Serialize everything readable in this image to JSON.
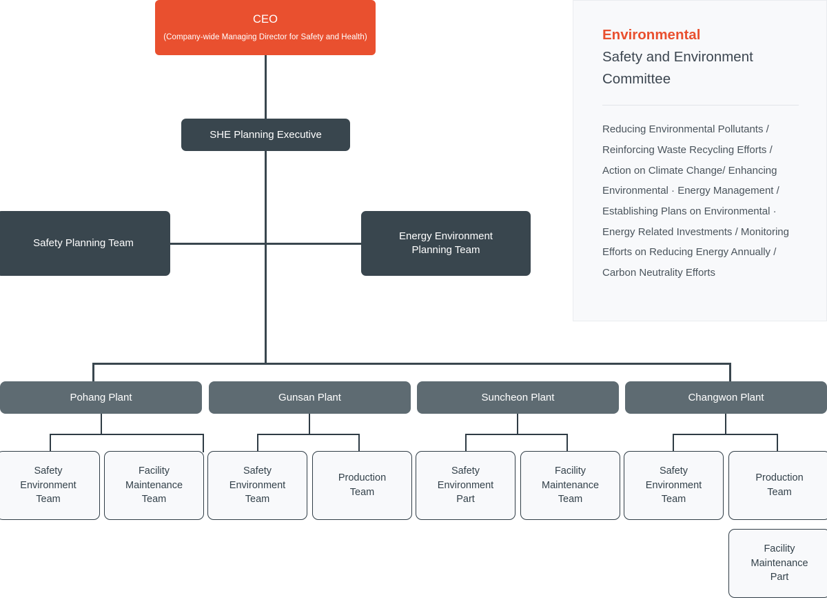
{
  "chart_data": {
    "type": "diagram",
    "title": "Safety and Health / Environment Organization Chart",
    "nodes": [
      {
        "id": "ceo",
        "label": "CEO",
        "sublabel": "(Company-wide Managing Director for Safety and Health)",
        "level": 0,
        "style": "accent"
      },
      {
        "id": "she",
        "label": "SHE Planning Executive",
        "level": 1,
        "style": "dark"
      },
      {
        "id": "safety-planning",
        "label": "Safety Planning Team",
        "level": 2,
        "style": "dark"
      },
      {
        "id": "energy-env-planning",
        "label": "Energy Environment Planning Team",
        "level": 2,
        "style": "dark"
      },
      {
        "id": "pohang",
        "label": "Pohang Plant",
        "level": 3,
        "style": "plant"
      },
      {
        "id": "gunsan",
        "label": "Gunsan Plant",
        "level": 3,
        "style": "plant"
      },
      {
        "id": "suncheon",
        "label": "Suncheon Plant",
        "level": 3,
        "style": "plant"
      },
      {
        "id": "changwon",
        "label": "Changwon Plant",
        "level": 3,
        "style": "plant"
      },
      {
        "id": "pohang-1",
        "label": "Safety Environment Team",
        "level": 4,
        "style": "leaf",
        "parent": "pohang"
      },
      {
        "id": "pohang-2",
        "label": "Facility Maintenance Team",
        "level": 4,
        "style": "leaf",
        "parent": "pohang"
      },
      {
        "id": "gunsan-1",
        "label": "Safety Environment Team",
        "level": 4,
        "style": "leaf",
        "parent": "gunsan"
      },
      {
        "id": "gunsan-2",
        "label": "Production Team",
        "level": 4,
        "style": "leaf",
        "parent": "gunsan"
      },
      {
        "id": "suncheon-1",
        "label": "Safety Environment Part",
        "level": 4,
        "style": "leaf",
        "parent": "suncheon"
      },
      {
        "id": "suncheon-2",
        "label": "Facility Maintenance Team",
        "level": 4,
        "style": "leaf",
        "parent": "suncheon"
      },
      {
        "id": "changwon-1",
        "label": "Safety Environment Team",
        "level": 4,
        "style": "leaf",
        "parent": "changwon"
      },
      {
        "id": "changwon-2",
        "label": "Production Team",
        "level": 4,
        "style": "leaf",
        "parent": "changwon"
      },
      {
        "id": "changwon-3",
        "label": "Facility Maintenance Part",
        "level": 5,
        "style": "leaf",
        "parent": "changwon"
      }
    ],
    "edges": [
      {
        "from": "ceo",
        "to": "she"
      },
      {
        "from": "she",
        "to": "safety-planning"
      },
      {
        "from": "she",
        "to": "energy-env-planning"
      },
      {
        "from": "she",
        "to": "pohang"
      },
      {
        "from": "she",
        "to": "gunsan"
      },
      {
        "from": "she",
        "to": "suncheon"
      },
      {
        "from": "she",
        "to": "changwon"
      },
      {
        "from": "pohang",
        "to": "pohang-1"
      },
      {
        "from": "pohang",
        "to": "pohang-2"
      },
      {
        "from": "gunsan",
        "to": "gunsan-1"
      },
      {
        "from": "gunsan",
        "to": "gunsan-2"
      },
      {
        "from": "suncheon",
        "to": "suncheon-1"
      },
      {
        "from": "suncheon",
        "to": "suncheon-2"
      },
      {
        "from": "changwon",
        "to": "changwon-1"
      },
      {
        "from": "changwon",
        "to": "changwon-2"
      },
      {
        "from": "changwon",
        "to": "changwon-3"
      }
    ],
    "colors": {
      "accent": "#E9502F",
      "dark_node": "#39464E",
      "plant_node": "#5E6B72",
      "leaf_fill": "#F8F9FB",
      "leaf_border": "#2F3C45",
      "connector": "#39464E",
      "panel_bg": "#F8F9FB"
    }
  },
  "org": {
    "ceo": {
      "title": "CEO",
      "subtitle": "(Company-wide Managing Director for Safety and Health)"
    },
    "executive": {
      "label": "SHE Planning Executive"
    },
    "staff_teams": [
      {
        "label": "Safety Planning Team"
      },
      {
        "label": "Energy Environment\nPlanning Team",
        "line1": "Energy Environment",
        "line2": "Planning Team"
      }
    ],
    "plants": [
      {
        "label": "Pohang Plant",
        "children": [
          {
            "line1": "Safety",
            "line2": "Environment",
            "line3": "Team"
          },
          {
            "line1": "Facility",
            "line2": "Maintenance",
            "line3": "Team"
          }
        ]
      },
      {
        "label": "Gunsan Plant",
        "children": [
          {
            "line1": "Safety",
            "line2": "Environment",
            "line3": "Team"
          },
          {
            "line1": "Production",
            "line2": "Team",
            "line3": ""
          }
        ]
      },
      {
        "label": "Suncheon Plant",
        "children": [
          {
            "line1": "Safety",
            "line2": "Environment",
            "line3": "Part"
          },
          {
            "line1": "Facility",
            "line2": "Maintenance",
            "line3": "Team"
          }
        ]
      },
      {
        "label": "Changwon Plant",
        "children": [
          {
            "line1": "Safety",
            "line2": "Environment",
            "line3": "Team"
          },
          {
            "line1": "Production",
            "line2": "Team",
            "line3": ""
          },
          {
            "line1": "Facility",
            "line2": "Maintenance",
            "line3": "Part"
          }
        ]
      }
    ]
  },
  "panel": {
    "heading_highlight": "Environmental",
    "heading_rest_line1": "Safety and Environment",
    "heading_rest_line2": "Committee",
    "body": "Reducing Environmental Pollutants / Reinforcing Waste Recycling Efforts / Action on Climate Change/ Enhancing Environmental · Energy Management / Establishing Plans on Environmental · Energy Related Investments / Monitoring Efforts on Reducing Energy Annually / Carbon Neutrality Efforts"
  }
}
